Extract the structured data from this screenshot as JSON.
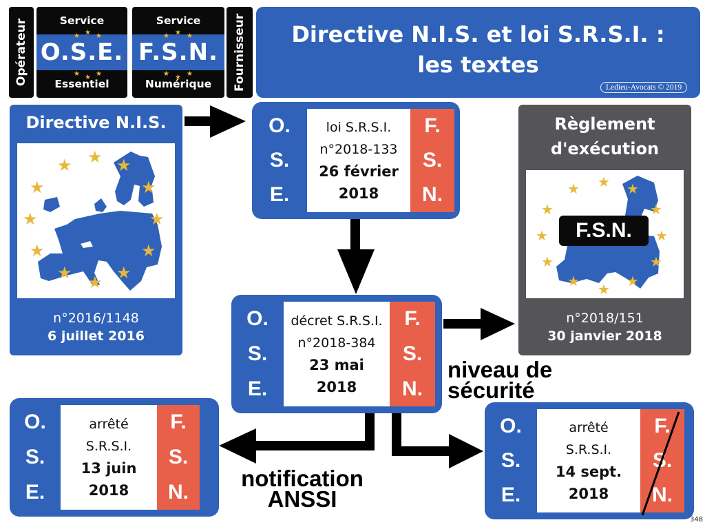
{
  "logos": {
    "ose": {
      "side_label": "Opérateur",
      "top": "Service",
      "acronym": "O.S.E.",
      "bottom": "Essentiel"
    },
    "fsn": {
      "side_label": "Fournisseur",
      "top": "Service",
      "acronym": "F.S.N.",
      "bottom": "Numérique"
    }
  },
  "header": {
    "title_line1": "Directive N.I.S. et loi S.R.S.I. :",
    "title_line2": "les textes",
    "credit": "Ledieu-Avocats © 2019"
  },
  "directive_nis": {
    "title": "Directive N.I.S.",
    "number": "n°2016/1148",
    "date": "6 juillet 2016"
  },
  "reglement": {
    "title_line1": "Règlement",
    "title_line2": "d'exécution",
    "badge": "F.S.N.",
    "number": "n°2018/151",
    "date": "30 janvier 2018"
  },
  "loi": {
    "left_letters": [
      "O.",
      "S.",
      "E."
    ],
    "right_letters": [
      "F.",
      "S.",
      "N."
    ],
    "line1": "loi S.R.S.I.",
    "line2": "n°2018-133",
    "line3": "26 février",
    "line4": "2018"
  },
  "decret": {
    "left_letters": [
      "O.",
      "S.",
      "E."
    ],
    "right_letters": [
      "F.",
      "S.",
      "N."
    ],
    "line1": "décret S.R.S.I.",
    "line2": "n°2018-384",
    "line3": "23 mai",
    "line4": "2018"
  },
  "arrete_juin": {
    "left_letters": [
      "O.",
      "S.",
      "E."
    ],
    "right_letters": [
      "F.",
      "S.",
      "N."
    ],
    "line1": "arrêté",
    "line2": "S.R.S.I.",
    "line3": "13 juin",
    "line4": "2018"
  },
  "arrete_sept": {
    "left_letters": [
      "O.",
      "S.",
      "E."
    ],
    "right_letters": [
      "F.",
      "S.",
      "N."
    ],
    "right_struck": true,
    "line1": "arrêté",
    "line2": "S.R.S.I.",
    "line3": "14 sept.",
    "line4": "2018"
  },
  "labels": {
    "niveau_line1": "niveau de",
    "niveau_line2": "sécurité",
    "notification_line1": "notification",
    "notification_line2": "ANSSI"
  },
  "colors": {
    "blue": "#2f62b8",
    "red": "#e8604a",
    "grey": "#545459",
    "black": "#0a0a0a",
    "star_gold": "#e9b83b"
  },
  "page_number": "348"
}
